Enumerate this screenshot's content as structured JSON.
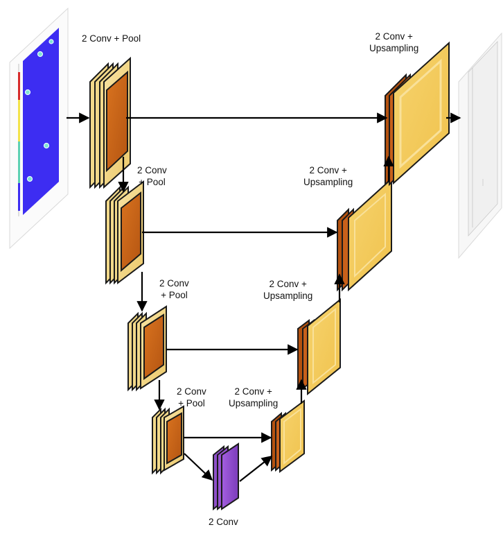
{
  "labels": {
    "enc1": [
      "2 Conv + Pool"
    ],
    "enc2": [
      "2 Conv",
      "+ Pool"
    ],
    "enc3": [
      "2 Conv",
      "+ Pool"
    ],
    "enc4": [
      "2 Conv",
      "+ Pool"
    ],
    "bottleneck": [
      "2 Conv"
    ],
    "dec4": [
      "2 Conv +",
      "Upsampling"
    ],
    "dec3": [
      "2 Conv +",
      "Upsampling"
    ],
    "dec2": [
      "2 Conv +",
      "Upsampling"
    ],
    "dec1": [
      "2 Conv +",
      "Upsampling"
    ]
  },
  "colors": {
    "frame": "#1a1a1a",
    "encoder_face": "#f2d98a",
    "encoder_inner": "#c8601a",
    "decoder_face": "#f4cf63",
    "decoder_inner": "#f9e19a",
    "skip_dark": "#b5520f",
    "bottleneck": "#8e4fc9",
    "input_plot": "#3d2df2",
    "arrow": "#000000"
  }
}
